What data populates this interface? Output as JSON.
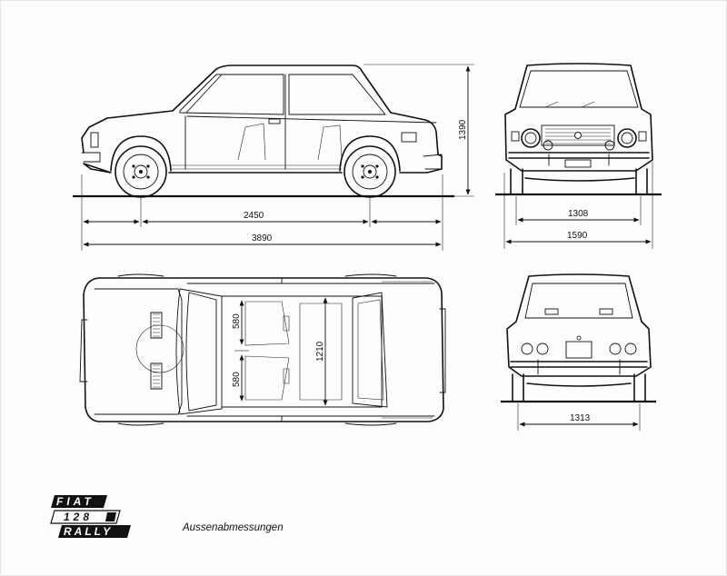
{
  "logo": {
    "lines": [
      "FIAT",
      "128",
      "RALLY"
    ]
  },
  "caption": "Aussenabmessungen",
  "dimensions": {
    "height": "1390",
    "wheelbase": "2450",
    "length": "3890",
    "front_track": "1308",
    "width": "1590",
    "seat_front": "580",
    "seat_rear": "580",
    "interior_length": "1210",
    "rear_track": "1313"
  },
  "colors": {
    "ink": "#111111",
    "paper": "#fdfdfd"
  }
}
